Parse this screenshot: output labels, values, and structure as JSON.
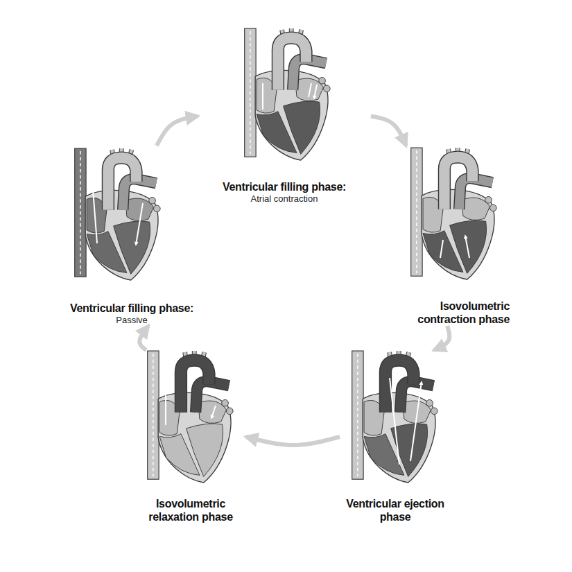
{
  "diagram": {
    "nodes": [
      {
        "text": [
          "Ventricular filling phase:",
          "Atrial contraction"
        ]
      },
      {
        "text": [
          "Isovolumetric contraction phase"
        ]
      },
      {
        "text": [
          "Ventricular ejection phase"
        ]
      },
      {
        "text": [
          "Isovolumetric relaxation phase"
        ]
      },
      {
        "text": [
          "Ventricular filling phase:",
          "Passive"
        ]
      }
    ],
    "edges": [
      {
        "from": 0,
        "to": 1,
        "arrow": "to"
      },
      {
        "from": 1,
        "to": 2,
        "arrow": "to"
      },
      {
        "from": 2,
        "to": 3,
        "arrow": "to"
      },
      {
        "from": 3,
        "to": 4,
        "arrow": "to"
      },
      {
        "from": 4,
        "to": 0,
        "arrow": "to"
      }
    ]
  }
}
